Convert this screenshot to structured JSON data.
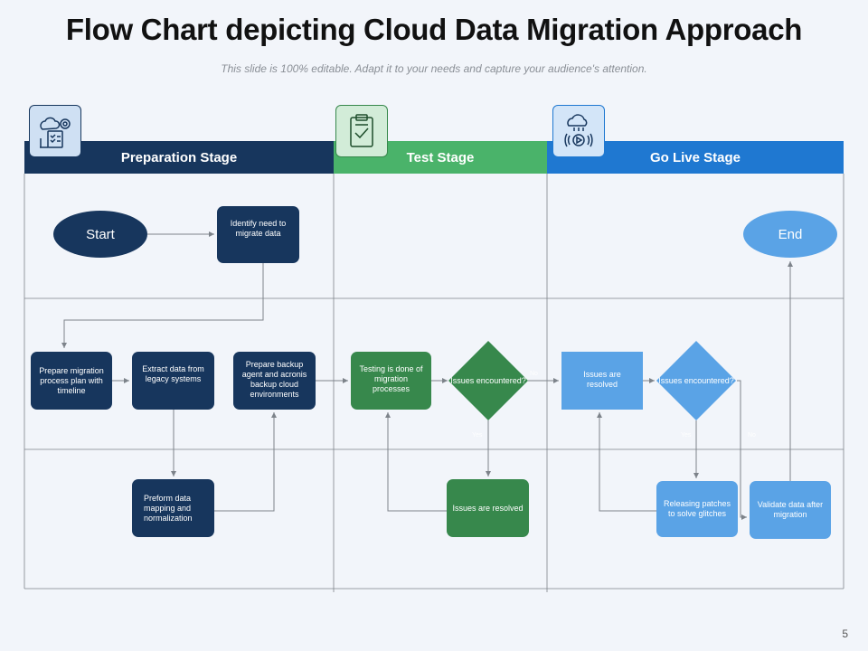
{
  "title": "Flow Chart depicting Cloud Data Migration Approach",
  "subtitle": "This slide is 100% editable. Adapt it to your needs and capture your audience's attention.",
  "stages": [
    {
      "label": "Preparation Stage",
      "color": "#17365d",
      "icon": "cloud-gear-checklist-icon"
    },
    {
      "label": "Test Stage",
      "color": "#4ab36a",
      "icon": "clipboard-check-icon"
    },
    {
      "label": "Go Live Stage",
      "color": "#1f78d1",
      "icon": "cloud-play-icon"
    }
  ],
  "nodes": {
    "start": "Start",
    "identify": "Identify need to migrate data",
    "prepare_plan": "Prepare migration process plan with timeline",
    "extract": "Extract data from legacy systems",
    "backup": "Prepare backup agent and acronis backup cloud environments",
    "mapping": "Preform data mapping and normalization",
    "testing": "Testing is done of migration processes",
    "issues_q1": "Issues encountered?",
    "issues_resolved_1": "Issues are resolved",
    "issues_resolved_2": "Issues are resolved",
    "issues_q2": "Issues encountered?",
    "releasing": "Releasing patches to solve glitches",
    "validate": "Validate data after migration",
    "end": "End"
  },
  "edge_labels": {
    "q1_no": "No",
    "q1_yes": "Yes",
    "q2_yes": "Yes",
    "q2_no": "No"
  },
  "page_number": "5"
}
